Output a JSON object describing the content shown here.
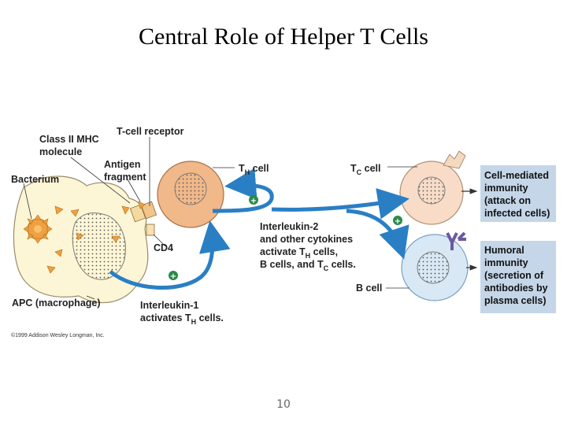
{
  "slide": {
    "title": "Central Role of Helper T Cells",
    "page_number": "10"
  },
  "diagram": {
    "labels": {
      "class_ii_mhc_1": "Class II MHC",
      "class_ii_mhc_2": "molecule",
      "t_cell_receptor": "T-cell receptor",
      "antigen_1": "Antigen",
      "antigen_2": "fragment",
      "bacterium": "Bacterium",
      "th_cell_main": "T",
      "th_cell_sub": "H",
      "th_cell_rest": " cell",
      "tc_cell_main": "T",
      "tc_cell_sub": "C",
      "tc_cell_rest": " cell",
      "cd4": "CD4",
      "il2_line1": "Interleukin-2",
      "il2_line2": "and other cytokines",
      "il2_line3_a": "activate T",
      "il2_line3_sub": "H",
      "il2_line3_b": " cells,",
      "il2_line4_a": "B cells, and T",
      "il2_line4_sub": "C",
      "il2_line4_b": " cells.",
      "b_cell": "B cell",
      "apc": "APC (macrophage)",
      "il1_line1": "Interleukin-1",
      "il1_line2_a": "activates T",
      "il1_line2_sub": "H",
      "il1_line2_b": " cells.",
      "copyright": "©1999 Addison Wesley Longman, Inc.",
      "plus_sign": "+"
    },
    "boxes": {
      "cell_mediated": [
        "Cell-mediated",
        "immunity",
        "(attack on",
        "infected cells)"
      ],
      "humoral": [
        "Humoral",
        "immunity",
        "(secretion of",
        "antibodies by",
        "plasma cells)"
      ]
    },
    "colors": {
      "arrow_blue": "#2a7fc4",
      "box_fill": "#c4d6e8",
      "apc_fill": "#fdf6d6",
      "th_fill": "#f1b889",
      "tc_fill": "#f8dcc8",
      "b_fill": "#d8e8f4",
      "plus_green": "#2a8a4a",
      "bacteria_orange": "#f0a040"
    }
  }
}
